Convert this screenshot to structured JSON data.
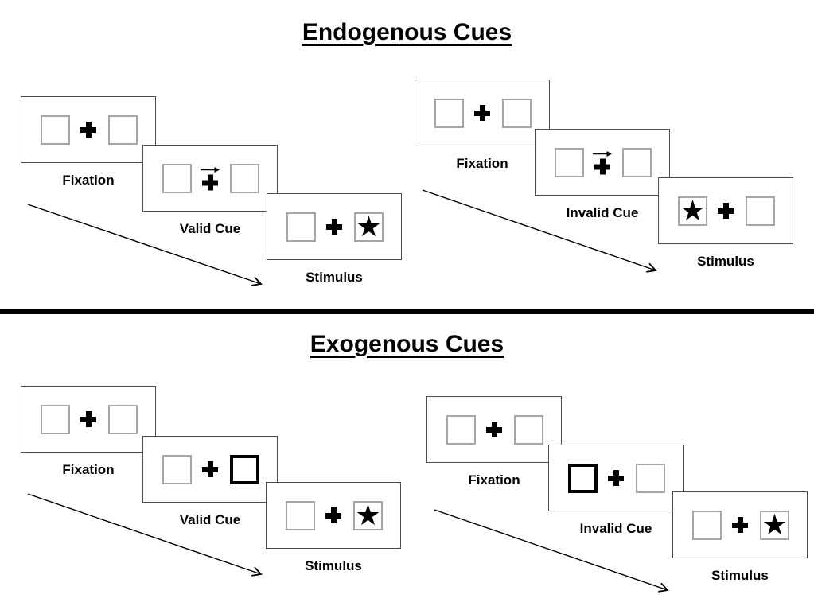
{
  "colors": {
    "background": "#ffffff",
    "frame_border": "#4d4d4d",
    "square_border": "#a6a6a6",
    "highlight_border": "#000000",
    "ink": "#000000"
  },
  "glyphs": {
    "star": "★"
  },
  "sections": [
    {
      "title": "Endogenous Cues",
      "panels": [
        {
          "name": "endogenous-valid-trial",
          "cue_style": "central right-pointing arrow above fixation cross",
          "frames": [
            {
              "label": "Fixation"
            },
            {
              "label": "Valid Cue",
              "cue": "arrow points right"
            },
            {
              "label": "Stimulus",
              "target": "star in right box"
            }
          ]
        },
        {
          "name": "endogenous-invalid-trial",
          "cue_style": "central right-pointing arrow above fixation cross",
          "frames": [
            {
              "label": "Fixation"
            },
            {
              "label": "Invalid Cue",
              "cue": "arrow points right"
            },
            {
              "label": "Stimulus",
              "target": "star in left box"
            }
          ]
        }
      ]
    },
    {
      "title": "Exogenous Cues",
      "panels": [
        {
          "name": "exogenous-valid-trial",
          "cue_style": "peripheral box brightened (bold outline)",
          "frames": [
            {
              "label": "Fixation"
            },
            {
              "label": "Valid Cue",
              "cue": "right box bold outline"
            },
            {
              "label": "Stimulus",
              "target": "star in right box"
            }
          ]
        },
        {
          "name": "exogenous-invalid-trial",
          "cue_style": "peripheral box brightened (bold outline)",
          "frames": [
            {
              "label": "Fixation"
            },
            {
              "label": "Invalid Cue",
              "cue": "left box bold outline"
            },
            {
              "label": "Stimulus",
              "target": "star in right box"
            }
          ]
        }
      ]
    }
  ]
}
